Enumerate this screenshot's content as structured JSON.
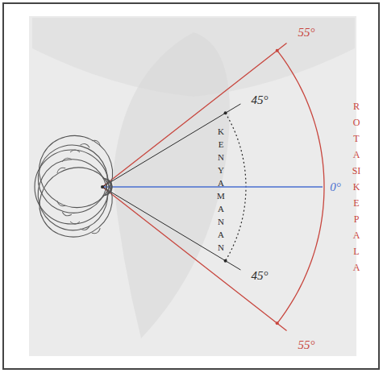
{
  "diagram": {
    "labels": [
      "55°",
      "45°",
      "KENYAMANAN",
      "ROTASI KEPALA",
      "0°",
      "45°",
      "55°"
    ]
  }
}
